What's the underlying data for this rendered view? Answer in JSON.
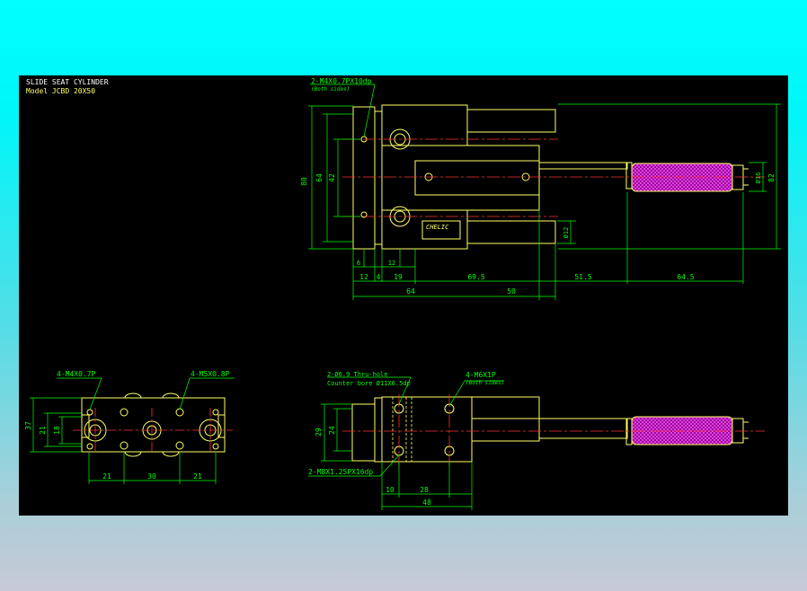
{
  "title_block": {
    "title": "SLIDE SEAT CYLINDER",
    "model": "Model  JCBD 20X50"
  },
  "colors": {
    "background": "#000000",
    "outline": "#ffff66",
    "dimension": "#00ff00",
    "centerline": "#ff3030",
    "rod_grip": "#b000b0",
    "page_top": "#00ffff",
    "page_bottom": "#c7c9d6"
  },
  "views": {
    "top": {
      "callout_top": "2-M4X0.7PX10dp",
      "callout_top_note": "(Both sides)",
      "nameplate": "CHELIC",
      "dims": {
        "h80": "80",
        "h64": "64",
        "h42": "42",
        "h82": "82",
        "d16": "Ø16",
        "d12": "Ø12",
        "w6": "6",
        "w12a": "12",
        "w4": "4",
        "w12b": "12",
        "w19": "19",
        "w69_5": "69.5",
        "w51_5": "51.5",
        "w64_5": "64.5",
        "w64": "64",
        "w50": "50"
      }
    },
    "end": {
      "callout_left": "4-M4X0.7P",
      "callout_right": "4-M5X0.8P",
      "dims": {
        "h37": "37",
        "h21": "21",
        "h18": "18",
        "w21a": "21",
        "w30": "30",
        "w21b": "21"
      }
    },
    "side": {
      "callout_thru": "2-Ø6.9  Thru-hole",
      "callout_cbore": "Counter bore  Ø11X6.5dp",
      "callout_m6": "4-M6X1P",
      "callout_m6_note": "(Both sides)",
      "callout_m8": "2-M8X1.25PX16dp",
      "dims": {
        "h29": "29",
        "h24": "24",
        "w10": "10",
        "w28": "28",
        "w48": "48"
      }
    }
  }
}
